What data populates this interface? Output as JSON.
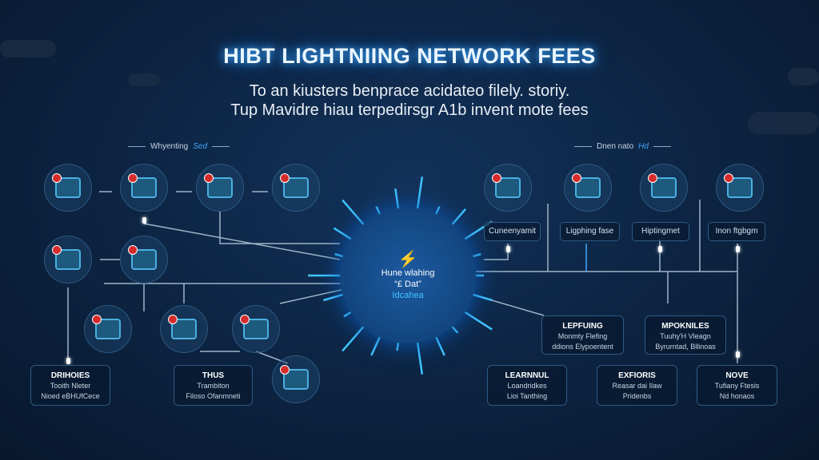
{
  "title": "HIBT LIGHTNIING NETWORK FEES",
  "subtitle": [
    "To an kiusters benprace acidateo filely. storiy.",
    "Tup Mavidre hiau terpedirsgr A1b invent mote fees"
  ],
  "left_section": {
    "label": "Whyenting",
    "accent": "Sed"
  },
  "right_section": {
    "label": "Dnen nato",
    "accent": "Hd"
  },
  "hub": {
    "icon": "logo-icon",
    "line1": "Hune wlahing",
    "line2": "“£ Dat”",
    "line3": "Idcahea"
  },
  "right_labels": [
    "Cuneenyamit",
    "Ligphing fase",
    "Hiptingmet",
    "Inon ftgbgm"
  ],
  "mid_boxes": [
    {
      "title": "LEPFUING",
      "line1": "Monmty Flefing",
      "line2": "ddions Elypoentent"
    },
    {
      "title": "MPOKNILES",
      "line1": "Tuuhy'H Vleagn",
      "line2": "Byrurntad, Bllinoas"
    }
  ],
  "bottom_boxes": [
    {
      "title": "DRIHOIES",
      "line1": "Tooith Nleter",
      "line2": "Nioed eBHUfCece"
    },
    {
      "title": "THUS",
      "line1": "Trambiton",
      "line2": "Filoso Ofanmneti"
    },
    {
      "title": "LEARNNUL",
      "line1": "Loandridkes",
      "line2": "Lioi Tanthing"
    },
    {
      "title": "EXFIORIS",
      "line1": "Reasar dai Ilaw",
      "line2": "Pridenbs"
    },
    {
      "title": "NOVE",
      "line1": "Tufiany Ftesis",
      "line2": "Nd honaos"
    }
  ],
  "colors": {
    "accent": "#3fa9ff",
    "background": "#0c2340",
    "alert": "#d62b2b"
  }
}
